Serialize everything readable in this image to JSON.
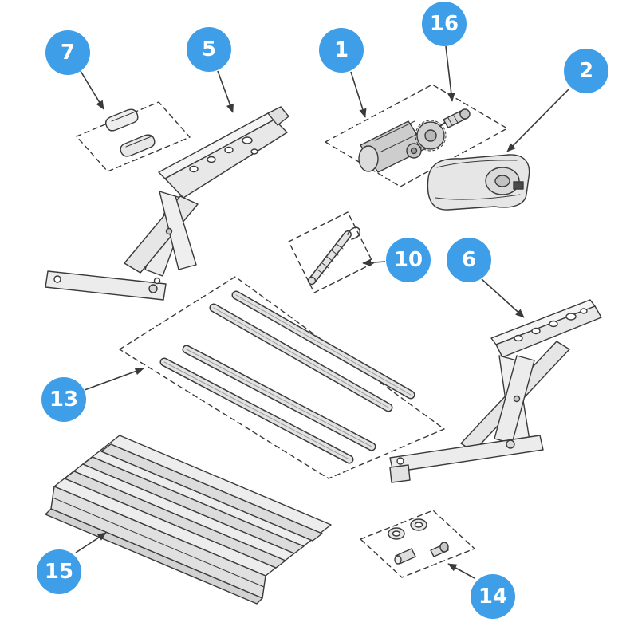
{
  "diagram": {
    "badge_color": "#3f9ee8",
    "badge_text_color": "#ffffff",
    "line_color": "#3a3a3a",
    "callouts": [
      {
        "label": "7"
      },
      {
        "label": "5"
      },
      {
        "label": "1"
      },
      {
        "label": "16"
      },
      {
        "label": "2"
      },
      {
        "label": "10"
      },
      {
        "label": "6"
      },
      {
        "label": "13"
      },
      {
        "label": "15"
      },
      {
        "label": "14"
      }
    ]
  }
}
